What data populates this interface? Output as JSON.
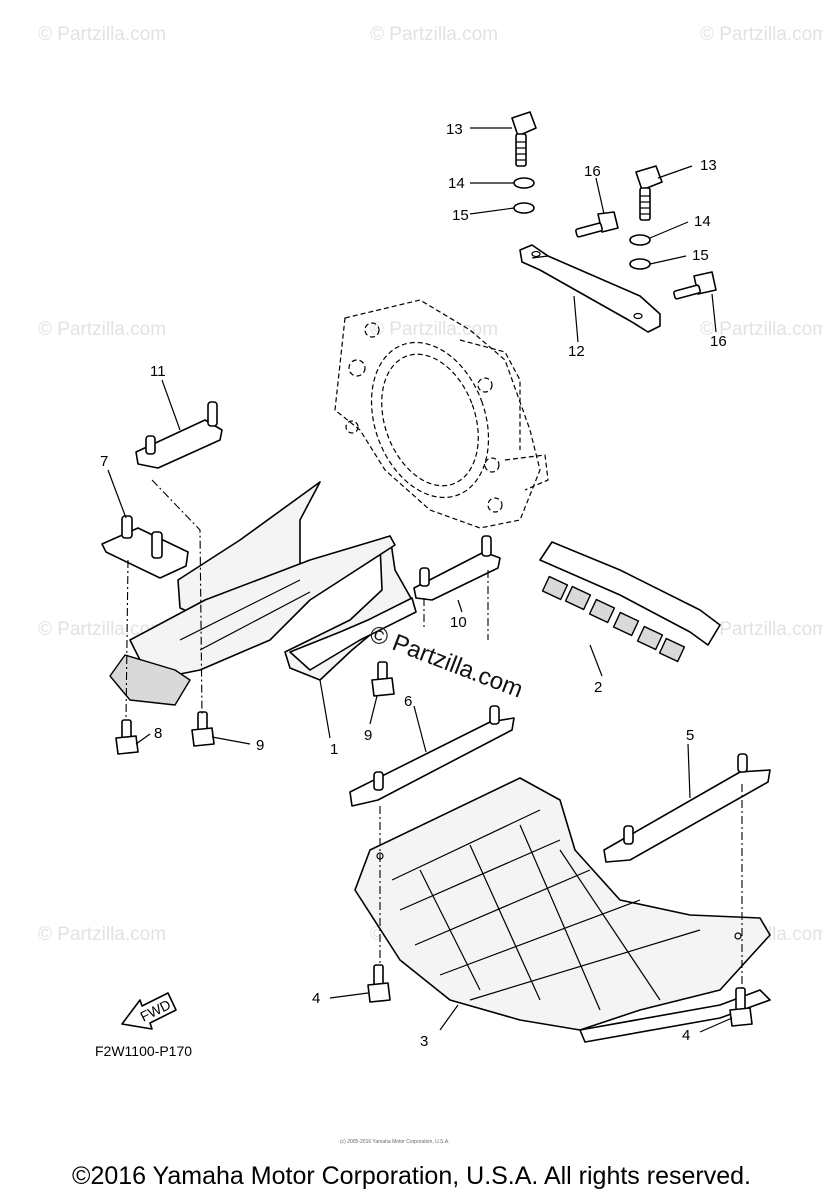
{
  "diagram": {
    "figure_code": "F2W1100-P170",
    "fwd_label": "FWD",
    "callouts": {
      "c1": "1",
      "c2": "2",
      "c3": "3",
      "c4a": "4",
      "c4b": "4",
      "c5": "5",
      "c6": "6",
      "c7": "7",
      "c8": "8",
      "c9a": "9",
      "c9b": "9",
      "c10": "10",
      "c11": "11",
      "c12": "12",
      "c13a": "13",
      "c13b": "13",
      "c14a": "14",
      "c14b": "14",
      "c15a": "15",
      "c15b": "15",
      "c16a": "16",
      "c16b": "16"
    },
    "watermark": {
      "text": "© Partzilla.com",
      "center_text": "© Partzilla.com"
    },
    "tiny_notice": "(c) 2005-2016 Yamaha Motor Corporation, U.S.A."
  },
  "footer": {
    "copyright": "©2016 Yamaha Motor Corporation, U.S.A. All rights reserved."
  }
}
